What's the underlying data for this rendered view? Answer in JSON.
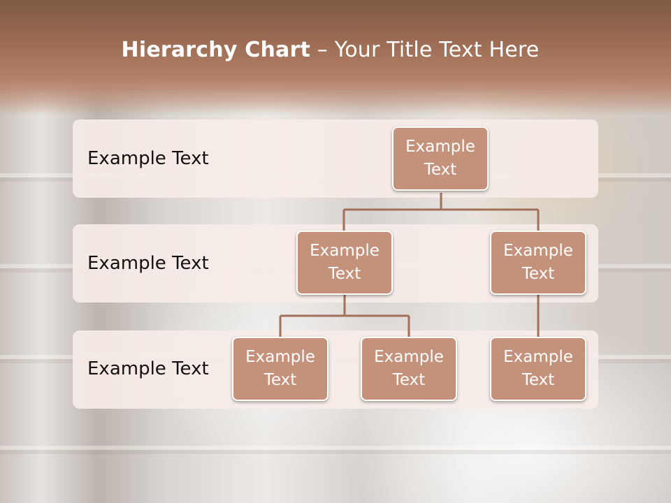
{
  "title": {
    "bold": "Hierarchy Chart",
    "separator": " – ",
    "rest": "Your Title Text Here"
  },
  "levels": [
    {
      "label": "Example Text"
    },
    {
      "label": "Example Text"
    },
    {
      "label": "Example Text"
    }
  ],
  "nodes": {
    "root": "Example Text",
    "level2_left": "Example Text",
    "level2_right": "Example Text",
    "level3_left": "Example Text",
    "level3_middle": "Example Text",
    "level3_right": "Example Text"
  },
  "colors": {
    "header": "#9a6b52",
    "band": "#f6ece7",
    "node_fill": "#c4917b",
    "node_border": "#ffffff",
    "connector": "#a0705a"
  }
}
